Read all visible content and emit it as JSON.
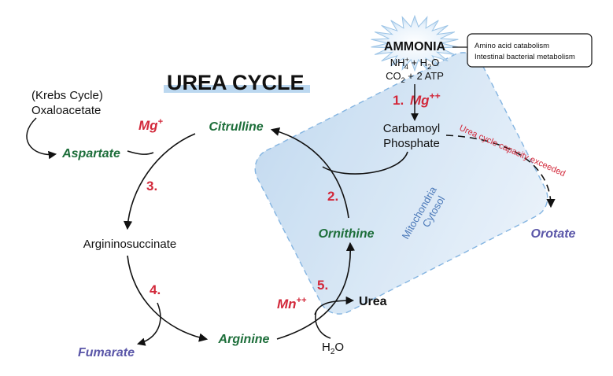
{
  "title": "UREA CYCLE",
  "ammonia": {
    "label": "AMMONIA",
    "line1_a": "NH",
    "line1_sup": "+",
    "line1_sub": "4",
    "line1_b": " + H",
    "line1_sub2": "2",
    "line1_c": "O",
    "line2_a": "CO",
    "line2_sub": "2",
    "line2_b": " + 2 ATP"
  },
  "source_note": {
    "line1": "Amino acid catabolism",
    "line2": "Intestinal bacterial metabolism"
  },
  "krebs": {
    "line1": "(Krebs Cycle)",
    "line2": "Oxaloacetate"
  },
  "intermediates": {
    "citrulline": "Citrulline",
    "aspartate": "Aspartate",
    "argininosuccinate": "Argininosuccinate",
    "ornithine": "Ornithine",
    "arginine": "Arginine",
    "fumarate": "Fumarate",
    "orotate": "Orotate"
  },
  "carbamoyl": {
    "line1": "Carbamoyl",
    "line2": "Phosphate"
  },
  "urea": "Urea",
  "water": {
    "a": "H",
    "sub": "2",
    "b": "O"
  },
  "steps": {
    "s1": "1.",
    "s2": "2.",
    "s3": "3.",
    "s4": "4.",
    "s5": "5."
  },
  "cofactors": {
    "mg_pp": "Mg",
    "mg_pp_sup": "++",
    "mg_p": "Mg",
    "mg_p_sup": "+",
    "mn_pp": "Mn",
    "mn_pp_sup": "++"
  },
  "compartments": {
    "mito": "Mitochondria",
    "cyto": "Cytosol"
  },
  "overflow": "Urea cycle capacity exceeded",
  "colors": {
    "intermediate_green": "#1d6e3a",
    "byproduct_purple": "#5a56a8",
    "step_red": "#d2283a",
    "mito_blue": "#cfe2f3",
    "mito_stroke": "#6fa8dc",
    "title_underline": "#bcd8f0"
  }
}
